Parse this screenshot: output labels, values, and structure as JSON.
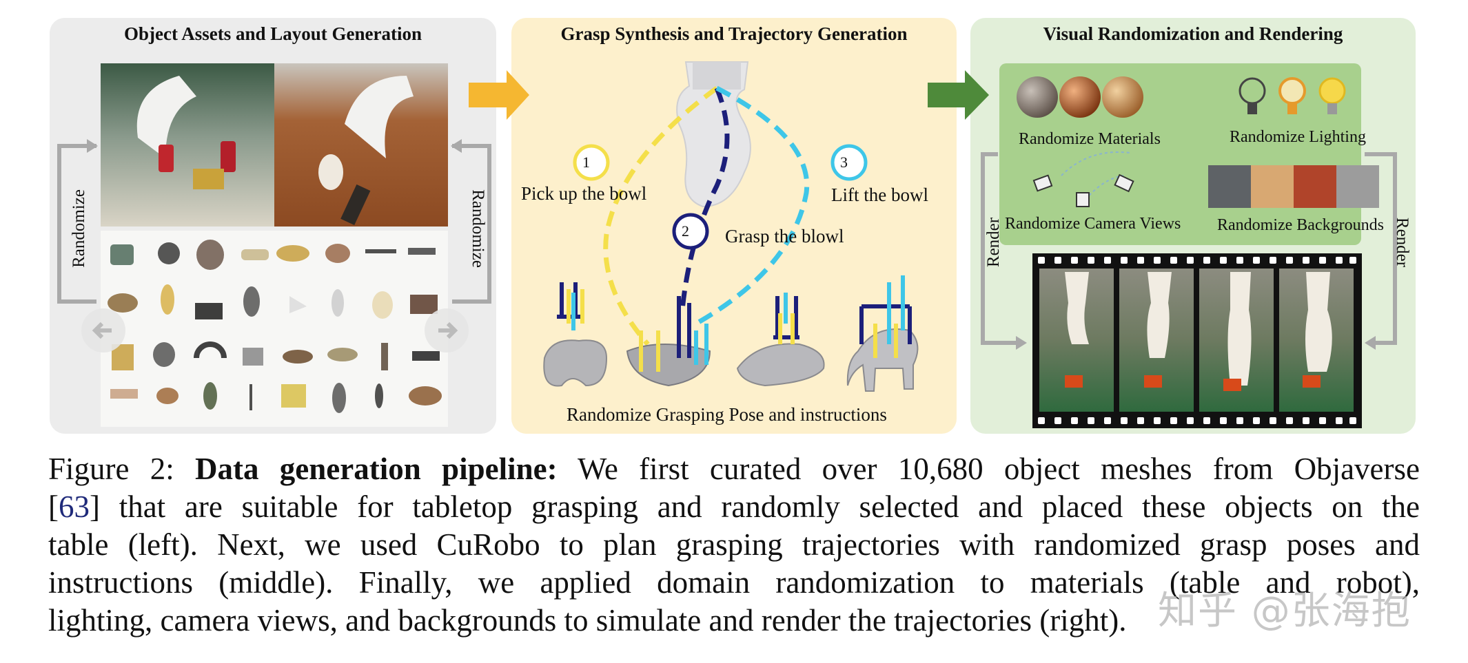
{
  "panels": {
    "left": {
      "title": "Object Assets and Layout Generation",
      "side_left": "Randomize",
      "side_right": "Randomize"
    },
    "middle": {
      "title": "Grasp Synthesis and Trajectory Generation",
      "step1_num": "1",
      "step1": "Pick up the bowl",
      "step2_num": "2",
      "step2": "Grasp the blowl",
      "step3_num": "3",
      "step3": "Lift the bowl",
      "bottom": "Randomize Grasping Pose and instructions"
    },
    "right": {
      "title": "Visual Randomization and Rendering",
      "materials": "Randomize Materials",
      "lighting": "Randomize Lighting",
      "camera": "Randomize Camera Views",
      "backgrounds": "Randomize Backgrounds",
      "side_left": "Render",
      "side_right": "Render"
    }
  },
  "caption": {
    "prefix": "Figure 2: ",
    "bold": "Data generation pipeline:",
    "l1_rest": " We first curated over 10,680 object meshes from Objaverse",
    "cite_open": "[",
    "cite_num": "63",
    "cite_close": "]",
    "l2_rest": " that are suitable for tabletop grasping and randomly selected and placed these objects on the",
    "l3": "table (left).  Next, we used CuRobo to plan grasping trajectories with randomized grasp poses and",
    "l4": "instructions (middle).  Finally, we applied domain randomization to materials (table and robot),",
    "l5": "lighting, camera views, and backgrounds to simulate and render the trajectories (right)."
  },
  "watermark": "知乎 @张海抱",
  "colors": {
    "arrow_orange": "#f5b731",
    "arrow_green": "#4e8a3a",
    "traj_yellow": "#f4df4a",
    "traj_navy": "#1c1f7a",
    "traj_cyan": "#3ec6e8",
    "gray_arrow": "#a9a9a9"
  }
}
